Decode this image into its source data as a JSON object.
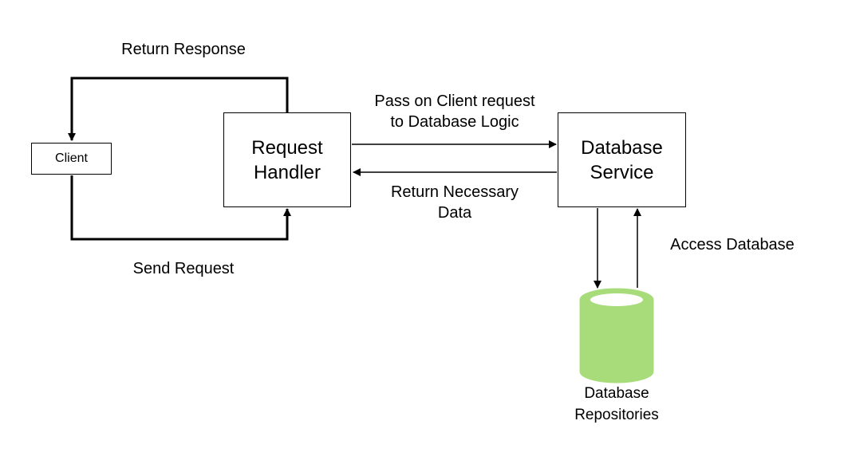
{
  "nodes": {
    "client": {
      "label": "Client"
    },
    "request_handler": {
      "line1": "Request",
      "line2": "Handler"
    },
    "database_service": {
      "line1": "Database",
      "line2": "Service"
    },
    "database_repositories": {
      "line1": "Database",
      "line2": "Repositories"
    }
  },
  "edges": {
    "return_response": {
      "label": "Return Response"
    },
    "send_request": {
      "label": "Send Request"
    },
    "pass_on": {
      "line1": "Pass on Client request",
      "line2": "to Database Logic"
    },
    "return_data": {
      "line1": "Return Necessary",
      "line2": "Data"
    },
    "access_database": {
      "label": "Access Database"
    }
  },
  "colors": {
    "line": "#000000",
    "database_fill": "#a8dc7b",
    "database_top": "#ffffff"
  }
}
